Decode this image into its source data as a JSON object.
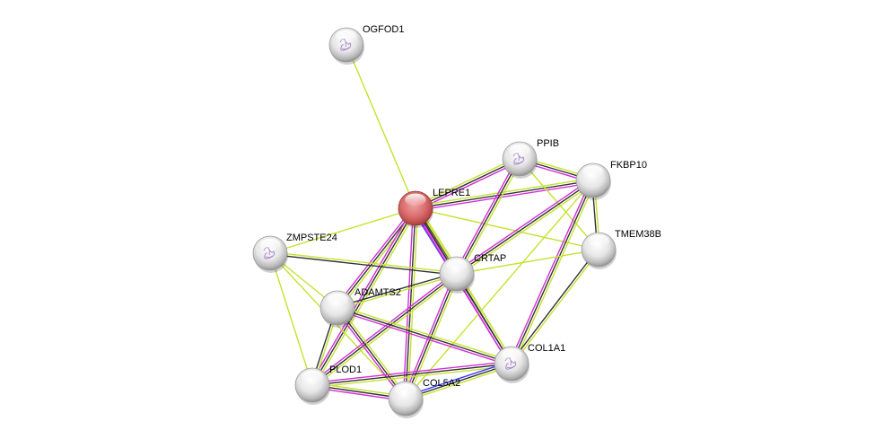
{
  "network": {
    "title": "Protein interaction network",
    "edge_colors": {
      "textmining": "#c6e230",
      "coexpression": "#333333",
      "experiments": "#d42ed8",
      "homology": "#3a3aff"
    },
    "nodes": [
      {
        "id": "OGFOD1",
        "label": "OGFOD1",
        "query": false,
        "structure": true
      },
      {
        "id": "LEPRE1",
        "label": "LEPRE1",
        "query": true,
        "structure": false
      },
      {
        "id": "PPIB",
        "label": "PPIB",
        "query": false,
        "structure": true
      },
      {
        "id": "FKBP10",
        "label": "FKBP10",
        "query": false,
        "structure": false
      },
      {
        "id": "TMEM38B",
        "label": "TMEM38B",
        "query": false,
        "structure": false
      },
      {
        "id": "ZMPSTE24",
        "label": "ZMPSTE24",
        "query": false,
        "structure": true
      },
      {
        "id": "CRTAP",
        "label": "CRTAP",
        "query": false,
        "structure": false
      },
      {
        "id": "ADAMTS2",
        "label": "ADAMTS2",
        "query": false,
        "structure": false
      },
      {
        "id": "COL1A1",
        "label": "COL1A1",
        "query": false,
        "structure": true
      },
      {
        "id": "PLOD1",
        "label": "PLOD1",
        "query": false,
        "structure": false
      },
      {
        "id": "COL5A2",
        "label": "COL5A2",
        "query": false,
        "structure": false
      }
    ],
    "edges": [
      {
        "source": "OGFOD1",
        "target": "LEPRE1",
        "types": [
          "textmining"
        ]
      },
      {
        "source": "LEPRE1",
        "target": "PPIB",
        "types": [
          "textmining",
          "coexpression",
          "experiments"
        ]
      },
      {
        "source": "LEPRE1",
        "target": "FKBP10",
        "types": [
          "textmining",
          "coexpression",
          "experiments"
        ]
      },
      {
        "source": "LEPRE1",
        "target": "TMEM38B",
        "types": [
          "textmining"
        ]
      },
      {
        "source": "LEPRE1",
        "target": "ZMPSTE24",
        "types": [
          "textmining"
        ]
      },
      {
        "source": "LEPRE1",
        "target": "CRTAP",
        "types": [
          "textmining",
          "coexpression",
          "experiments",
          "homology"
        ]
      },
      {
        "source": "LEPRE1",
        "target": "ADAMTS2",
        "types": [
          "textmining",
          "coexpression",
          "experiments"
        ]
      },
      {
        "source": "LEPRE1",
        "target": "COL1A1",
        "types": [
          "textmining",
          "coexpression",
          "experiments"
        ]
      },
      {
        "source": "LEPRE1",
        "target": "PLOD1",
        "types": [
          "textmining",
          "coexpression",
          "experiments"
        ]
      },
      {
        "source": "LEPRE1",
        "target": "COL5A2",
        "types": [
          "textmining",
          "coexpression",
          "experiments"
        ]
      },
      {
        "source": "PPIB",
        "target": "FKBP10",
        "types": [
          "textmining",
          "coexpression",
          "experiments"
        ]
      },
      {
        "source": "PPIB",
        "target": "CRTAP",
        "types": [
          "textmining",
          "coexpression",
          "experiments"
        ]
      },
      {
        "source": "PPIB",
        "target": "TMEM38B",
        "types": [
          "textmining"
        ]
      },
      {
        "source": "FKBP10",
        "target": "CRTAP",
        "types": [
          "textmining",
          "coexpression",
          "experiments"
        ]
      },
      {
        "source": "FKBP10",
        "target": "TMEM38B",
        "types": [
          "textmining",
          "coexpression"
        ]
      },
      {
        "source": "FKBP10",
        "target": "COL1A1",
        "types": [
          "textmining",
          "coexpression",
          "experiments"
        ]
      },
      {
        "source": "FKBP10",
        "target": "COL5A2",
        "types": [
          "textmining"
        ]
      },
      {
        "source": "TMEM38B",
        "target": "CRTAP",
        "types": [
          "textmining"
        ]
      },
      {
        "source": "TMEM38B",
        "target": "COL1A1",
        "types": [
          "textmining",
          "coexpression"
        ]
      },
      {
        "source": "ZMPSTE24",
        "target": "CRTAP",
        "types": [
          "textmining",
          "coexpression"
        ]
      },
      {
        "source": "ZMPSTE24",
        "target": "ADAMTS2",
        "types": [
          "textmining"
        ]
      },
      {
        "source": "ZMPSTE24",
        "target": "PLOD1",
        "types": [
          "textmining"
        ]
      },
      {
        "source": "ZMPSTE24",
        "target": "COL5A2",
        "types": [
          "textmining"
        ]
      },
      {
        "source": "CRTAP",
        "target": "ADAMTS2",
        "types": [
          "textmining",
          "coexpression"
        ]
      },
      {
        "source": "CRTAP",
        "target": "COL1A1",
        "types": [
          "textmining",
          "coexpression",
          "experiments"
        ]
      },
      {
        "source": "CRTAP",
        "target": "PLOD1",
        "types": [
          "textmining",
          "coexpression",
          "experiments"
        ]
      },
      {
        "source": "CRTAP",
        "target": "COL5A2",
        "types": [
          "textmining",
          "coexpression",
          "experiments"
        ]
      },
      {
        "source": "ADAMTS2",
        "target": "COL1A1",
        "types": [
          "textmining",
          "coexpression",
          "experiments"
        ]
      },
      {
        "source": "ADAMTS2",
        "target": "PLOD1",
        "types": [
          "textmining",
          "coexpression"
        ]
      },
      {
        "source": "ADAMTS2",
        "target": "COL5A2",
        "types": [
          "textmining",
          "coexpression",
          "experiments"
        ]
      },
      {
        "source": "COL1A1",
        "target": "PLOD1",
        "types": [
          "textmining",
          "coexpression",
          "experiments"
        ]
      },
      {
        "source": "COL1A1",
        "target": "COL5A2",
        "types": [
          "textmining",
          "coexpression",
          "homology"
        ]
      },
      {
        "source": "PLOD1",
        "target": "COL5A2",
        "types": [
          "textmining",
          "coexpression",
          "experiments"
        ]
      }
    ]
  }
}
